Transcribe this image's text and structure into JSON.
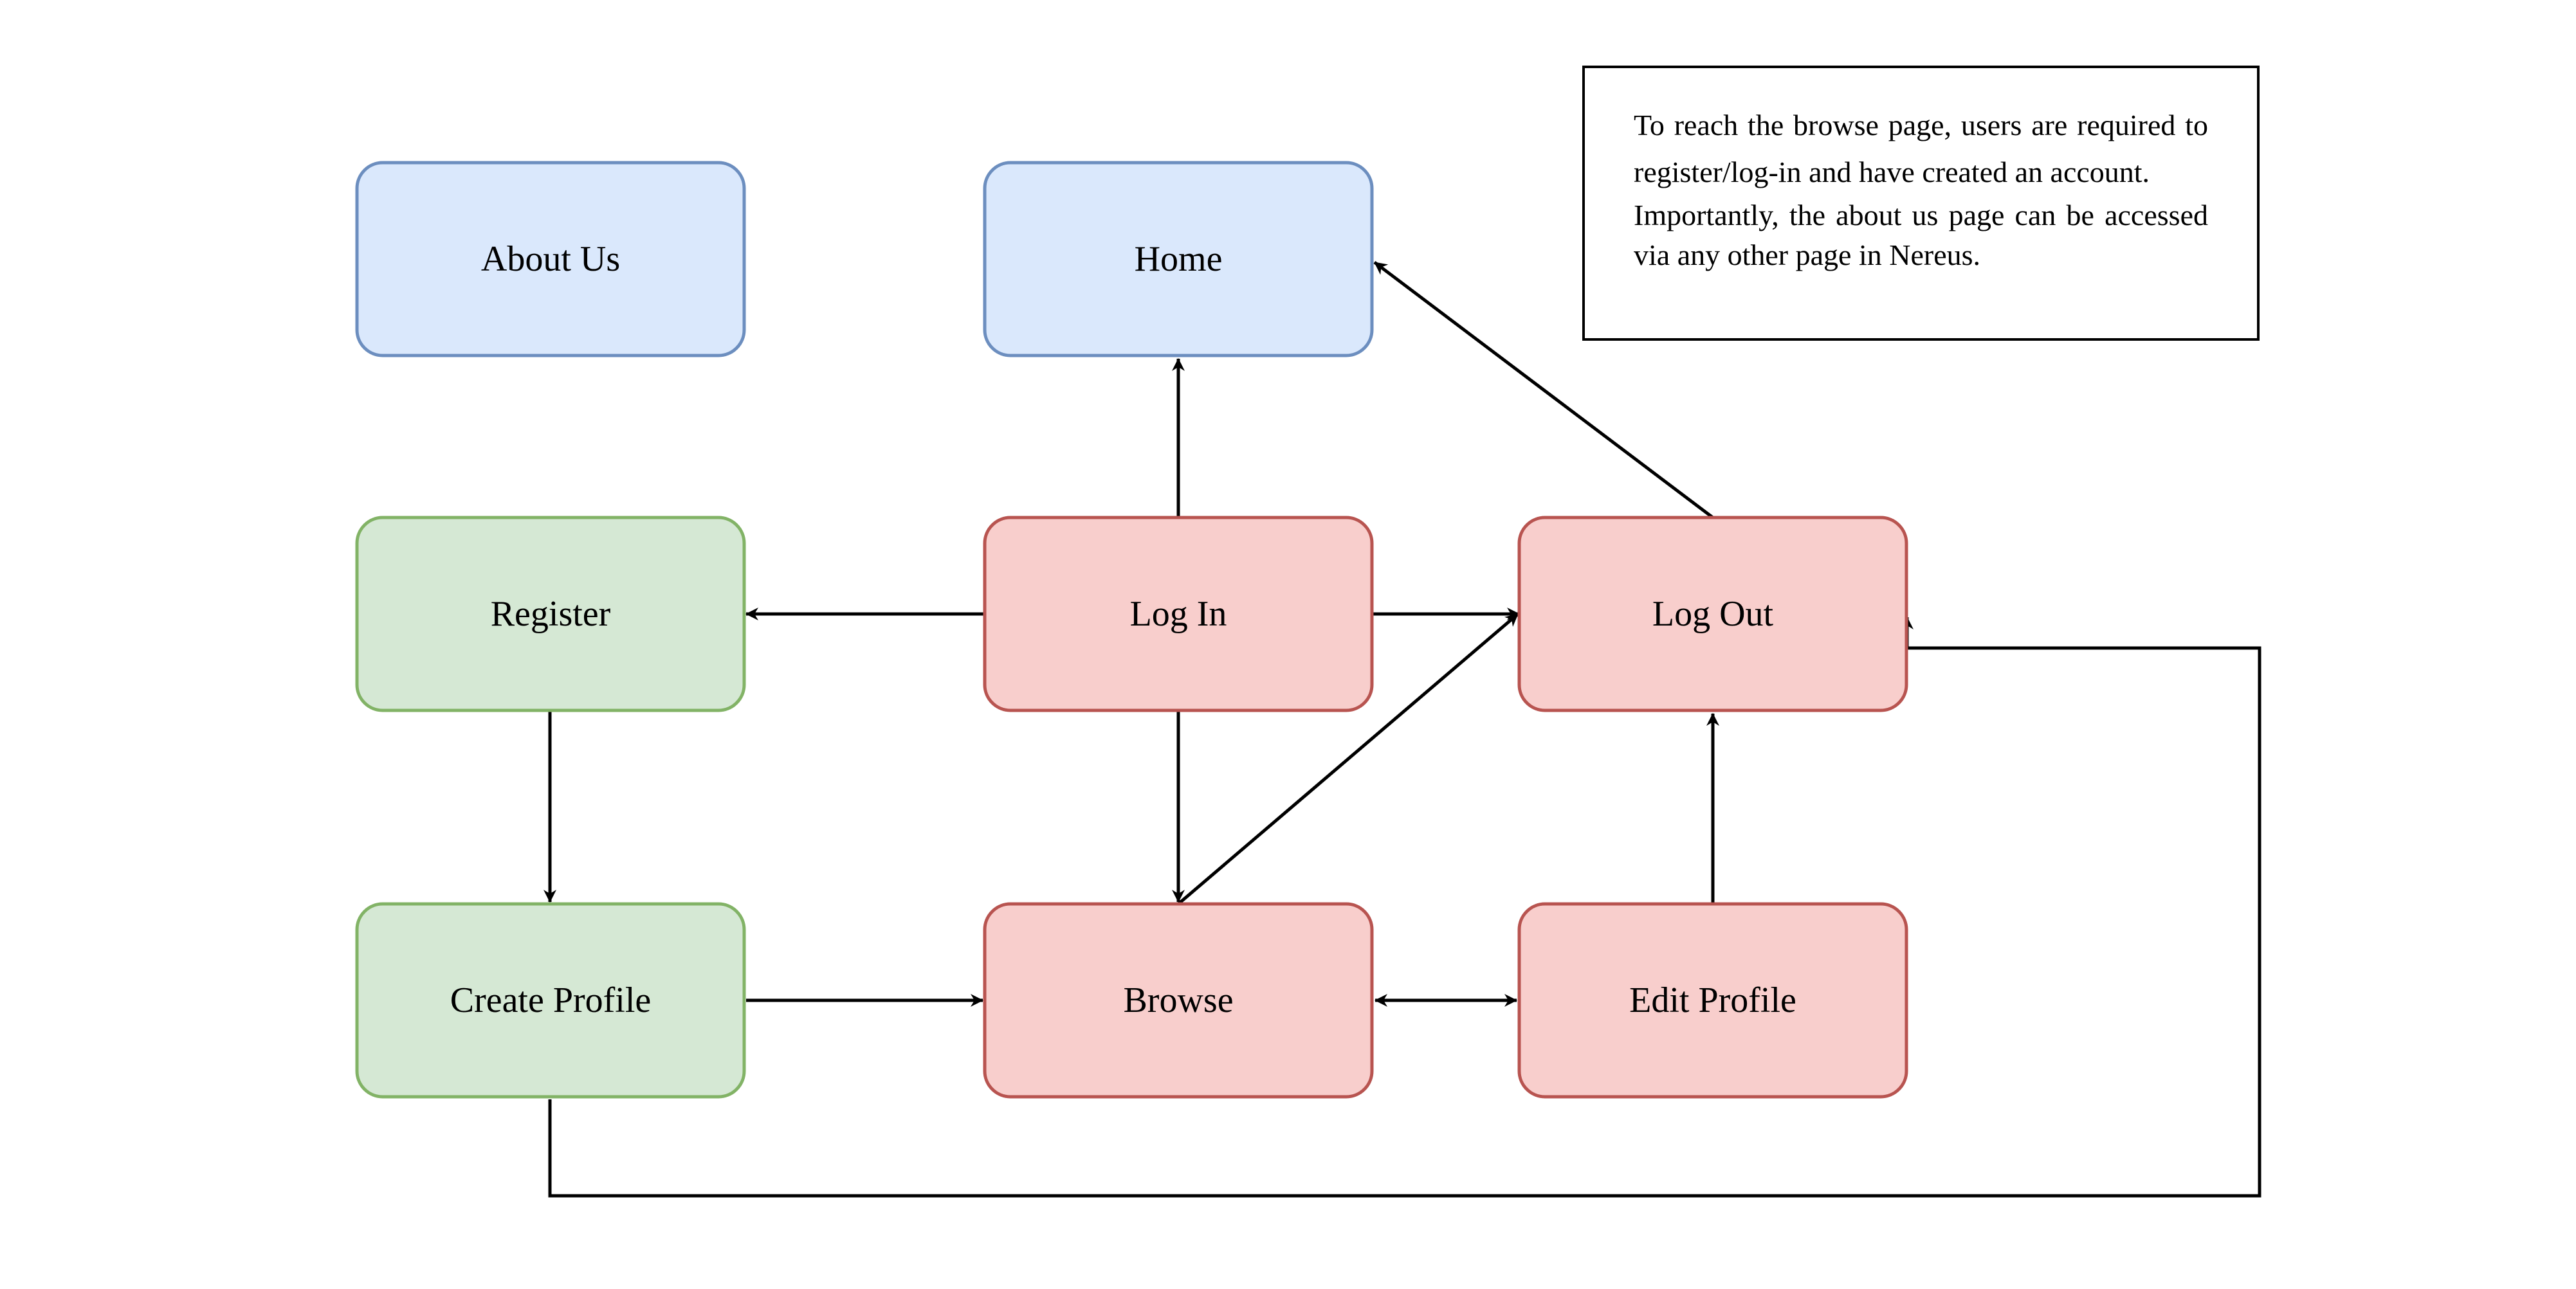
{
  "nodes": {
    "about": {
      "label": "About Us"
    },
    "home": {
      "label": "Home"
    },
    "register": {
      "label": "Register"
    },
    "login": {
      "label": "Log In"
    },
    "logout": {
      "label": "Log Out"
    },
    "create_profile": {
      "label": "Create Profile"
    },
    "browse": {
      "label": "Browse"
    },
    "edit_profile": {
      "label": "Edit Profile"
    }
  },
  "note": {
    "paragraph_1": "To reach the browse page, users are required to register/log-in and have created an account.",
    "paragraph_2": "Importantly, the about us page can be accessed via any other page in Nereus."
  },
  "colors": {
    "blue_fill": "#dae8fc",
    "blue_stroke": "#6c8ebf",
    "green_fill": "#d5e8d4",
    "green_stroke": "#82b366",
    "red_fill": "#f8cecc",
    "red_stroke": "#b85450",
    "edge": "#000000"
  },
  "edges": [
    {
      "from": "Log In",
      "to": "Home"
    },
    {
      "from": "Log In",
      "to": "Register"
    },
    {
      "from": "Log In",
      "to": "Log Out"
    },
    {
      "from": "Log In",
      "to": "Browse"
    },
    {
      "from": "Log Out",
      "to": "Home"
    },
    {
      "from": "Register",
      "to": "Create Profile"
    },
    {
      "from": "Create Profile",
      "to": "Browse"
    },
    {
      "from": "Create Profile",
      "to": "Log Out"
    },
    {
      "from": "Browse",
      "to": "Log Out"
    },
    {
      "from": "Browse",
      "to": "Edit Profile",
      "bidirectional": true
    },
    {
      "from": "Edit Profile",
      "to": "Log Out"
    }
  ]
}
